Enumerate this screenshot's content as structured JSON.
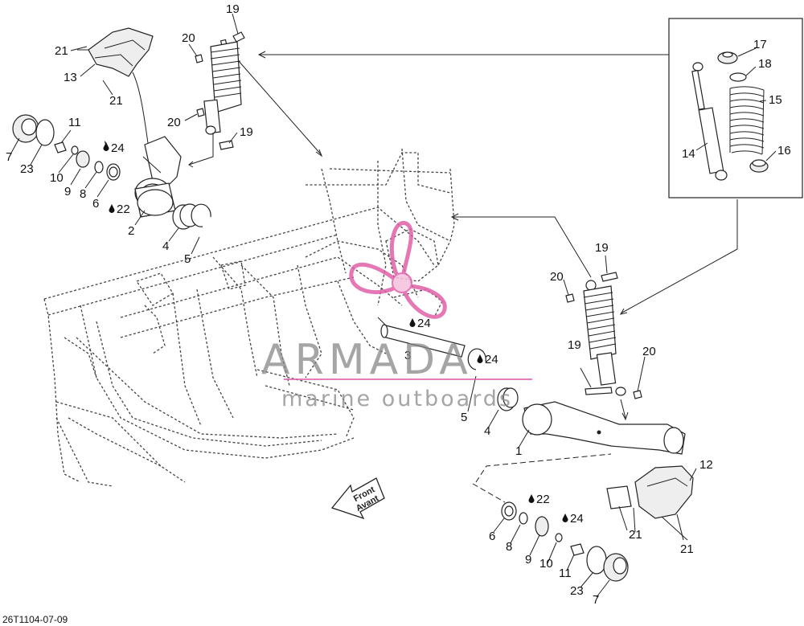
{
  "diagram": {
    "doc_code": "26T1104-07-09",
    "front_label_en": "Front",
    "front_label_fr": "Avant",
    "watermark_title": "ARMADA",
    "watermark_subtitle": "marine outboards"
  },
  "callouts": {
    "c1": "1",
    "c2": "2",
    "c3": "3",
    "c4a": "4",
    "c4b": "4",
    "c5a": "5",
    "c5b": "5",
    "c6a": "6",
    "c6b": "6",
    "c7a": "7",
    "c7b": "7",
    "c8a": "8",
    "c8b": "8",
    "c9a": "9",
    "c9b": "9",
    "c10a": "10",
    "c10b": "10",
    "c11a": "11",
    "c11b": "11",
    "c12": "12",
    "c13": "13",
    "c14": "14",
    "c15": "15",
    "c16": "16",
    "c17": "17",
    "c18": "18",
    "c19a": "19",
    "c19b": "19",
    "c19c": "19",
    "c19d": "19",
    "c20a": "20",
    "c20b": "20",
    "c20c": "20",
    "c20d": "20",
    "c21a": "21",
    "c21b": "21",
    "c21c": "21",
    "c21d": "21",
    "c22a": "22",
    "c22b": "22",
    "c23a": "23",
    "c23b": "23",
    "c24a": "24",
    "c24b": "24",
    "c24c": "24",
    "c24d": "24"
  }
}
